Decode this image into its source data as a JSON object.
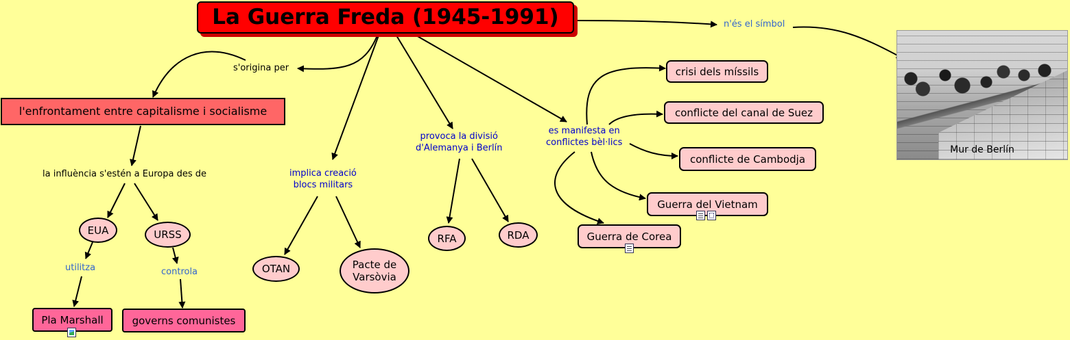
{
  "map": {
    "title": "La Guerra Freda (1945-1991)",
    "links": {
      "originates": "s'origina per",
      "influence": "la influència s'estén a Europa des de",
      "uses": "utilitza",
      "controls": "controla",
      "blocs_line1": "implica creació",
      "blocs_line2": "blocs militars",
      "division_line1": "provoca la divisió",
      "division_line2": "d'Alemanya i Berlín",
      "conflicts_line1": "es manifesta en",
      "conflicts_line2": "conflictes bèl·lics",
      "symbol": "n'és el símbol"
    },
    "concepts": {
      "confrontation": "l'enfrontament entre capitalisme i socialisme",
      "usa": "EUA",
      "ussr": "URSS",
      "marshall": "Pla Marshall",
      "communist_govs": "governs comunistes",
      "nato": "OTAN",
      "warsaw_line1": "Pacte de",
      "warsaw_line2": "Varsòvia",
      "frg": "RFA",
      "gdr": "RDA",
      "missiles": "crisi dels míssils",
      "suez": "conflicte del canal de Suez",
      "cambodia": "conflicte de Cambodja",
      "vietnam": "Guerra del Vietnam",
      "korea": "Guerra de Corea"
    },
    "photo_caption": "Mur de Berlín",
    "icons": {
      "marshall": "image-resource-icon",
      "vietnam_doc": "document-resource-icon",
      "vietnam_map": "concept-map-resource-icon",
      "korea": "document-resource-icon"
    },
    "colors": {
      "background": "#ffff99",
      "title": "#ff0000",
      "root_concept": "#ff6666",
      "concept": "#ffcccc",
      "leaf_concept": "#ff6699",
      "link_text": "#0000cc"
    }
  }
}
